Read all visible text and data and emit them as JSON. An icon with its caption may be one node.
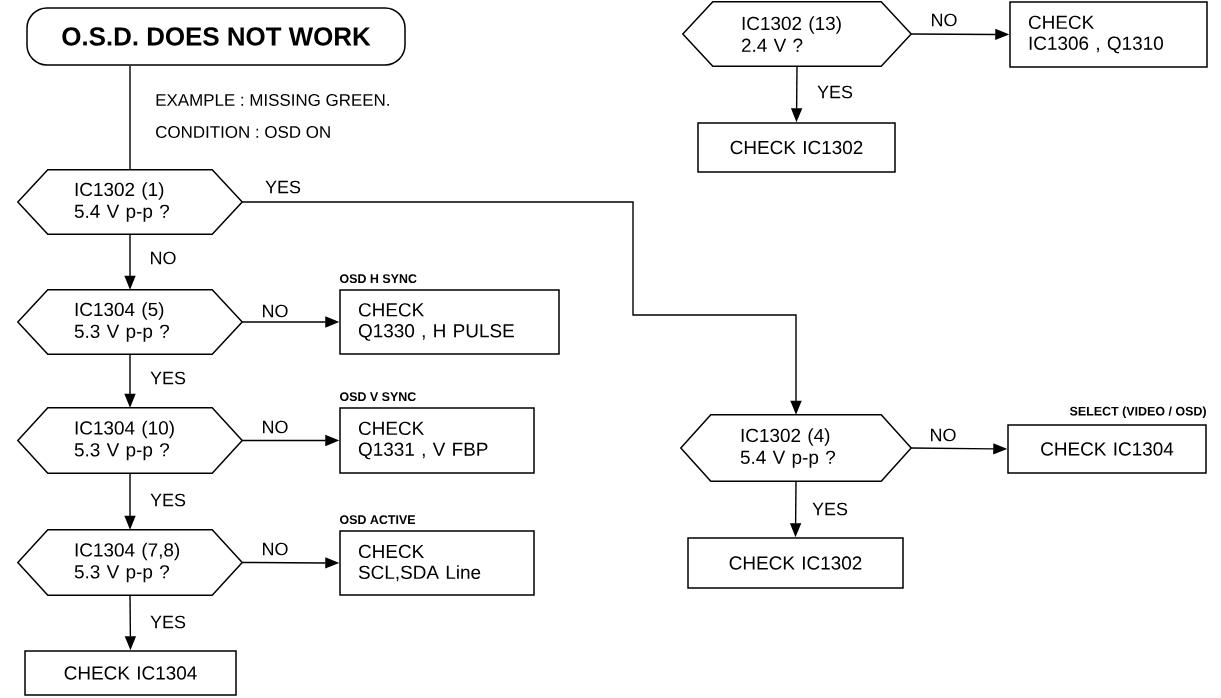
{
  "diagram": {
    "nodes": [
      {
        "text": [
          "O.S.D. DOES NOT WORK"
        ]
      },
      {
        "text": [
          "IC1302 (1) 5.4 V p-p ?"
        ]
      },
      {
        "text": [
          "IC1304 (5) 5.3 V p-p ?"
        ]
      },
      {
        "text": [
          "CHECK",
          "Q1330 , H PULSE"
        ],
        "beside": [
          "OSD H SYNC"
        ]
      },
      {
        "text": [
          "IC1304 (10) 5.3 V p-p ?"
        ]
      },
      {
        "text": [
          "CHECK",
          "Q1331 , V FBP"
        ],
        "beside": [
          "OSD V SYNC"
        ]
      },
      {
        "text": [
          "IC1304 (7,8) 5.3 V p-p ?"
        ]
      },
      {
        "text": [
          "CHECK",
          "SCL,SDA Line"
        ],
        "beside": [
          "OSD ACTIVE"
        ]
      },
      {
        "text": [
          "CHECK IC1304"
        ]
      },
      {
        "text": [
          "IC1302 (13) 2.4 V ?"
        ]
      },
      {
        "text": [
          "CHECK",
          "IC1306 , Q1310"
        ]
      },
      {
        "text": [
          "CHECK IC1302"
        ]
      },
      {
        "text": [
          "IC1302 (4) 5.4 V p-p ?"
        ]
      },
      {
        "text": [
          "CHECK IC1304"
        ],
        "beside": [
          "SELECT (VIDEO / OSD)"
        ]
      },
      {
        "text": [
          "CHECK IC1302"
        ]
      }
    ],
    "edges": [
      {
        "from": 0,
        "to": 1,
        "arrow": "none"
      },
      {
        "from": 1,
        "to": 2,
        "arrow": "to",
        "label": "NO"
      },
      {
        "from": 2,
        "to": 3,
        "arrow": "to",
        "label": "NO"
      },
      {
        "from": 2,
        "to": 4,
        "arrow": "to",
        "label": "YES"
      },
      {
        "from": 4,
        "to": 5,
        "arrow": "to",
        "label": "NO"
      },
      {
        "from": 4,
        "to": 6,
        "arrow": "to",
        "label": "YES"
      },
      {
        "from": 6,
        "to": 7,
        "arrow": "to",
        "label": "NO"
      },
      {
        "from": 6,
        "to": 8,
        "arrow": "to",
        "label": "YES"
      },
      {
        "from": 1,
        "to": 12,
        "arrow": "to",
        "label": "YES"
      },
      {
        "from": 9,
        "to": 10,
        "arrow": "to",
        "label": "NO"
      },
      {
        "from": 9,
        "to": 11,
        "arrow": "to",
        "label": "YES"
      },
      {
        "from": 12,
        "to": 13,
        "arrow": "to",
        "label": "NO"
      },
      {
        "from": 12,
        "to": 14,
        "arrow": "to",
        "label": "YES"
      }
    ],
    "labels": [
      "EXAMPLE : MISSING GREEN.",
      "CONDITION : OSD ON"
    ]
  }
}
